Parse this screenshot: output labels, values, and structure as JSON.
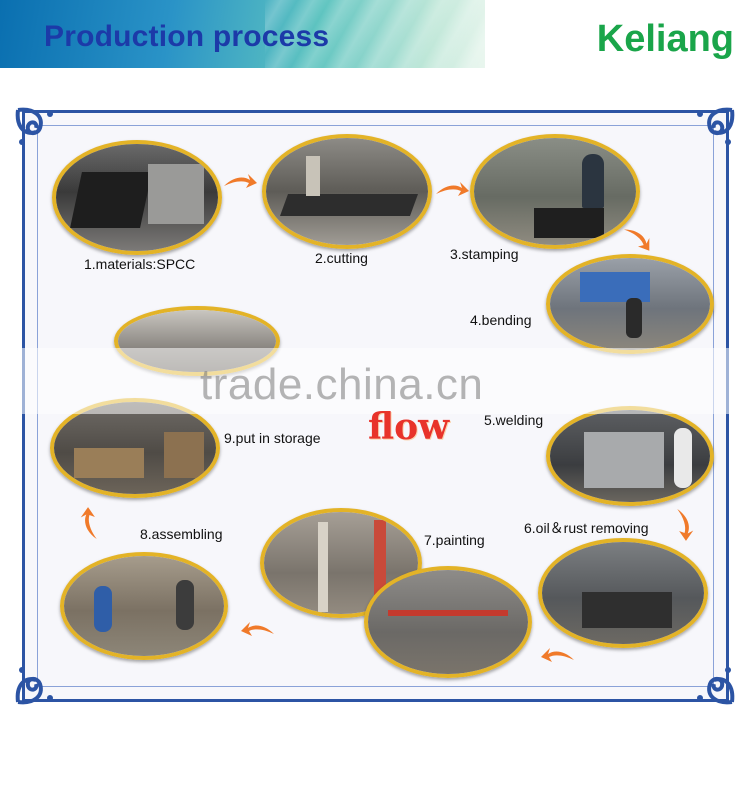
{
  "header": {
    "banner_title": "Production process",
    "brand": "Keliang"
  },
  "colors": {
    "frame": "#2c54a4",
    "photo_border": "#e3b327",
    "arrow": "#f07a2a",
    "flow_word": "#e8332a",
    "brand": "#1aa54a",
    "banner_title": "#1c3aa8"
  },
  "steps": [
    {
      "label": "1.materials:SPCC",
      "icon": "sheet-metal-photo"
    },
    {
      "label": "2.cutting",
      "icon": "cutting-photo"
    },
    {
      "label": "3.stamping",
      "icon": "stamping-photo"
    },
    {
      "label": "4.bending",
      "icon": "bending-photo"
    },
    {
      "label": "5.welding",
      "icon": "welding-photo"
    },
    {
      "label": "6.oil＆rust removing",
      "icon": "rust-removing-photo"
    },
    {
      "label": "7.painting",
      "icon": "painting-photo"
    },
    {
      "label": "8.assembling",
      "icon": "assembling-photo"
    },
    {
      "label": "9.put in storage",
      "icon": "storage-photo"
    }
  ],
  "center_word": "flow",
  "watermark": "trade.china.cn"
}
